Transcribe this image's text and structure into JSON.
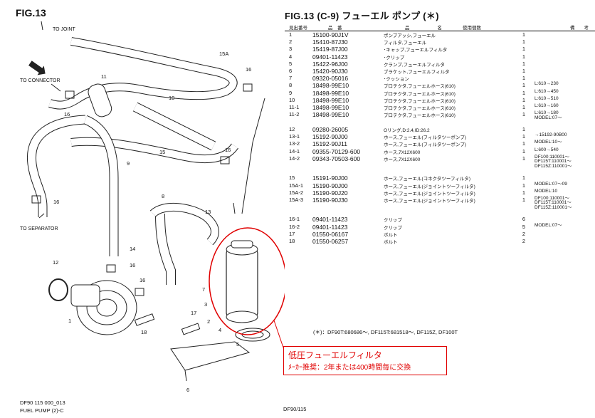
{
  "figure": {
    "left_label": "FIG.13",
    "right_title": "FIG.13 (C-9) フューエル ポンプ (＊)"
  },
  "diagram_labels": {
    "to_joint": "TO JOINT",
    "to_connector": "TO CONNECTOR",
    "to_separator": "TO SEPARATOR",
    "n15A": "15A",
    "n16a": "16",
    "n11": "11",
    "n10": "10",
    "n16b": "16",
    "n15": "15",
    "n16c": "16",
    "n9": "9",
    "n16d": "16",
    "n8": "8",
    "n13": "13",
    "n14": "14",
    "n12": "12",
    "n16e": "16",
    "n16f": "16",
    "n1": "1",
    "n7": "7",
    "n3": "3",
    "n18": "18",
    "n17": "17",
    "n2": "2",
    "n4": "4",
    "n5": "5",
    "n6": "6"
  },
  "table": {
    "header_qty": "使用個数",
    "headers": [
      "見出番号",
      "品　番",
      "品　　　　　　名",
      "",
      "備　　考"
    ],
    "rows": [
      {
        "ref": "1",
        "pn": "15100-90J1V",
        "name": "ポンプアッシ,フューエル",
        "qty": "1",
        "remark": ""
      },
      {
        "ref": "2",
        "pn": "15410-87J30",
        "name": "フィルタ,フューエル",
        "qty": "1",
        "remark": ""
      },
      {
        "ref": "3",
        "pn": "15419-87J00",
        "name": "･キャップ,フューエルフィルタ",
        "qty": "1",
        "remark": ""
      },
      {
        "ref": "4",
        "pn": "09401-11423",
        "name": "･クリップ",
        "qty": "1",
        "remark": ""
      },
      {
        "ref": "5",
        "pn": "15422-96J00",
        "name": "クランプ,フューエルフィルタ",
        "qty": "1",
        "remark": ""
      },
      {
        "ref": "6",
        "pn": "15420-90J30",
        "name": "ブラケット,フューエルフィルタ",
        "qty": "1",
        "remark": ""
      },
      {
        "ref": "7",
        "pn": "09320-05016",
        "name": "･クッション",
        "qty": "1",
        "remark": ""
      },
      {
        "ref": "8",
        "pn": "18498-99E10",
        "name": "プロテクタ,フューエルホース(610)",
        "qty": "1",
        "remark": "L:610→230"
      },
      {
        "ref": "9",
        "pn": "18498-99E10",
        "name": "プロテクタ,フューエルホース(610)",
        "qty": "1",
        "remark": "L:610→450"
      },
      {
        "ref": "10",
        "pn": "18498-99E10",
        "name": "プロテクタ,フューエルホース(610)",
        "qty": "1",
        "remark": "L:610→510"
      },
      {
        "ref": "11-1",
        "pn": "18498-99E10",
        "name": "プロテクタ,フューエルホース(610)",
        "qty": "1",
        "remark": "L:610→160"
      },
      {
        "ref": "11-2",
        "pn": "18498-99E10",
        "name": "プロテクタ,フューエルホース(610)",
        "qty": "1",
        "remark": "L:610→180\nMODEL:07～"
      },
      {
        "ref": "12",
        "pn": "09280-26005",
        "name": "Oリング,D:2.4,ID:26.2",
        "qty": "1",
        "remark": ""
      },
      {
        "ref": "13-1",
        "pn": "15192-90J00",
        "name": "ホース,フューエル(フィルタツーポンプ)",
        "qty": "1",
        "remark": "→15192-90B00"
      },
      {
        "ref": "13-2",
        "pn": "15192-90J11",
        "name": "ホース,フューエル(フィルタツーポンプ)",
        "qty": "1",
        "remark": "MODEL:10～"
      },
      {
        "ref": "14-1",
        "pn": "09355-70129-600",
        "name": "ホース,7X12X600",
        "qty": "1",
        "remark": "L:600→540"
      },
      {
        "ref": "14-2",
        "pn": "09343-70503-600",
        "name": "ホース,7X12X600",
        "qty": "1",
        "remark": "DF100:110001～\nDF115T:110001～\nDF115Z:110001～"
      },
      {
        "ref": "15",
        "pn": "15191-90J00",
        "name": "ホース,フューエル(コネクタツーフィルタ)",
        "qty": "1",
        "remark": ""
      },
      {
        "ref": "15A-1",
        "pn": "15190-90J00",
        "name": "ホース,フューエル(ジョイントツーフィルタ)",
        "qty": "1",
        "remark": "MODEL:07～09"
      },
      {
        "ref": "15A-2",
        "pn": "15190-90J20",
        "name": "ホース,フューエル(ジョイントツーフィルタ)",
        "qty": "1",
        "remark": "MODEL:10"
      },
      {
        "ref": "15A-3",
        "pn": "15190-90J30",
        "name": "ホース,フューエル(ジョイントツーフィルタ)",
        "qty": "1",
        "remark": "DF100:110001～\nDF115T:110001～\nDF115Z:110001～"
      },
      {
        "ref": "16-1",
        "pn": "09401-11423",
        "name": "クリップ",
        "qty": "6",
        "remark": ""
      },
      {
        "ref": "16-2",
        "pn": "09401-11423",
        "name": "クリップ",
        "qty": "5",
        "remark": "MODEL:07～"
      },
      {
        "ref": "17",
        "pn": "01550-06167",
        "name": "ボルト",
        "qty": "2",
        "remark": ""
      },
      {
        "ref": "18",
        "pn": "01550-06257",
        "name": "ボルト",
        "qty": "2",
        "remark": ""
      }
    ]
  },
  "footnote": "(＊)：DF90T:680686～, DF115T:681518～, DF115Z, DF100T",
  "callout": {
    "title": "低圧フューエルフィルタ",
    "body": "ﾒｰｶｰ推奨：2年または400時間毎に交換",
    "color": "#e00000"
  },
  "footer": {
    "line1": "DF90 115 000_013",
    "line2": "FUEL PUMP (2)-C",
    "center": "DF90/115"
  }
}
